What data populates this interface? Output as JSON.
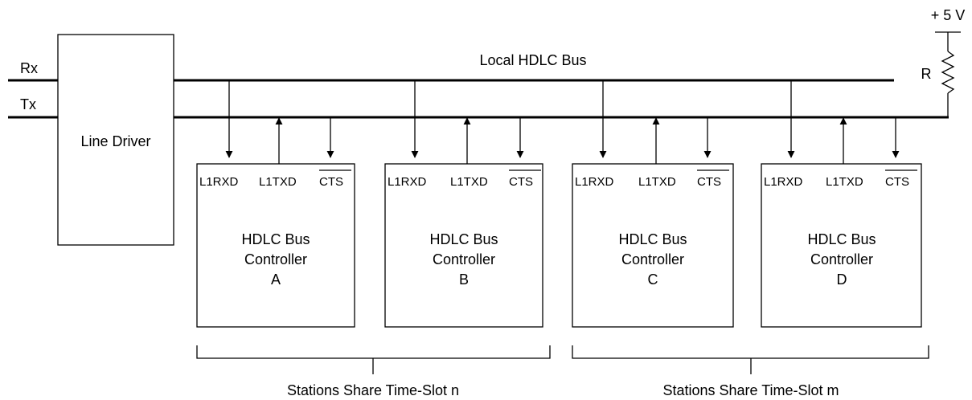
{
  "supply": {
    "label": "+ 5 V"
  },
  "resistor": {
    "label": "R"
  },
  "signals": {
    "rx": "Rx",
    "tx": "Tx"
  },
  "bus": {
    "title": "Local HDLC Bus"
  },
  "line_driver": {
    "label": "Line Driver"
  },
  "controllers": [
    {
      "pins": [
        "L1RXD",
        "L1TXD",
        "CTS"
      ],
      "name_line1": "HDLC Bus",
      "name_line2": "Controller",
      "id": "A"
    },
    {
      "pins": [
        "L1RXD",
        "L1TXD",
        "CTS"
      ],
      "name_line1": "HDLC Bus",
      "name_line2": "Controller",
      "id": "B"
    },
    {
      "pins": [
        "L1RXD",
        "L1TXD",
        "CTS"
      ],
      "name_line1": "HDLC Bus",
      "name_line2": "Controller",
      "id": "C"
    },
    {
      "pins": [
        "L1RXD",
        "L1TXD",
        "CTS"
      ],
      "name_line1": "HDLC Bus",
      "name_line2": "Controller",
      "id": "D"
    }
  ],
  "groups": [
    {
      "label": "Stations Share Time-Slot n"
    },
    {
      "label": "Stations Share Time-Slot m"
    }
  ]
}
